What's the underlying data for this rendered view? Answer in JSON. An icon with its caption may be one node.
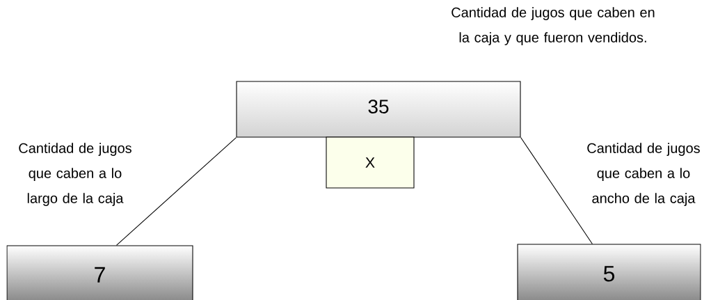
{
  "diagram": {
    "nodes": [
      {
        "text": [
          "35"
        ],
        "beside": [
          "Cantidad de jugos que caben en la caja y que fueron vendidos."
        ]
      },
      {
        "text": [
          "X"
        ]
      },
      {
        "text": [
          "7"
        ],
        "beside": [
          "Cantidad de jugos que caben a lo largo de la caja"
        ]
      },
      {
        "text": [
          "5"
        ],
        "beside": [
          "Cantidad de jugos que caben a lo ancho de la caja"
        ]
      }
    ],
    "edges": [
      {
        "from": 0,
        "to": 2,
        "arrow": "none"
      },
      {
        "from": 0,
        "to": 3,
        "arrow": "none"
      }
    ]
  }
}
